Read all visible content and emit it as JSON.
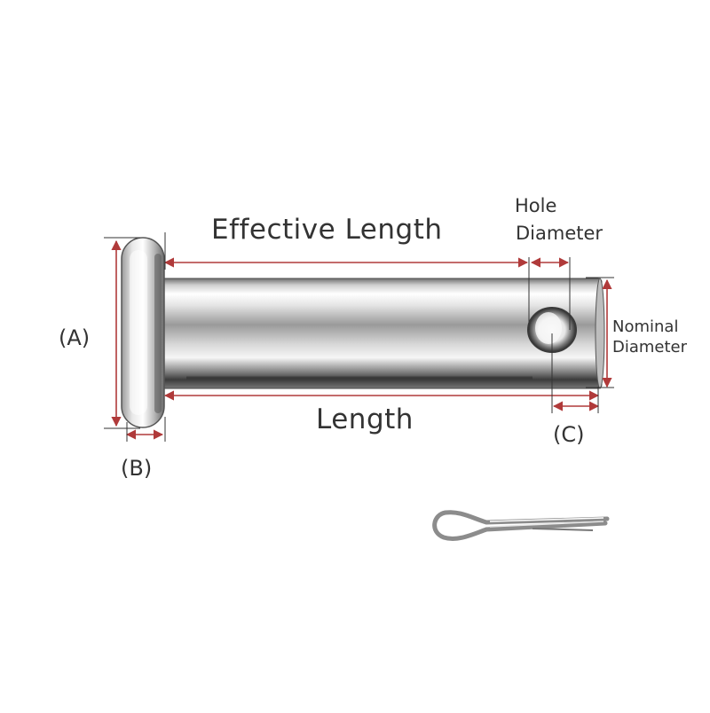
{
  "labels": {
    "effective_length": "Effective Length",
    "length": "Length",
    "hole": "Hole",
    "diameter_hole": "Diameter",
    "nominal": "Nominal",
    "diameter_nominal": "Diameter",
    "a": "(A)",
    "b": "(B)",
    "c": "(C)"
  },
  "colors": {
    "dimension_line": "#b03a3a",
    "text": "#333333",
    "metal_light": "#f4f4f4",
    "metal_dark": "#3a3a3a"
  }
}
